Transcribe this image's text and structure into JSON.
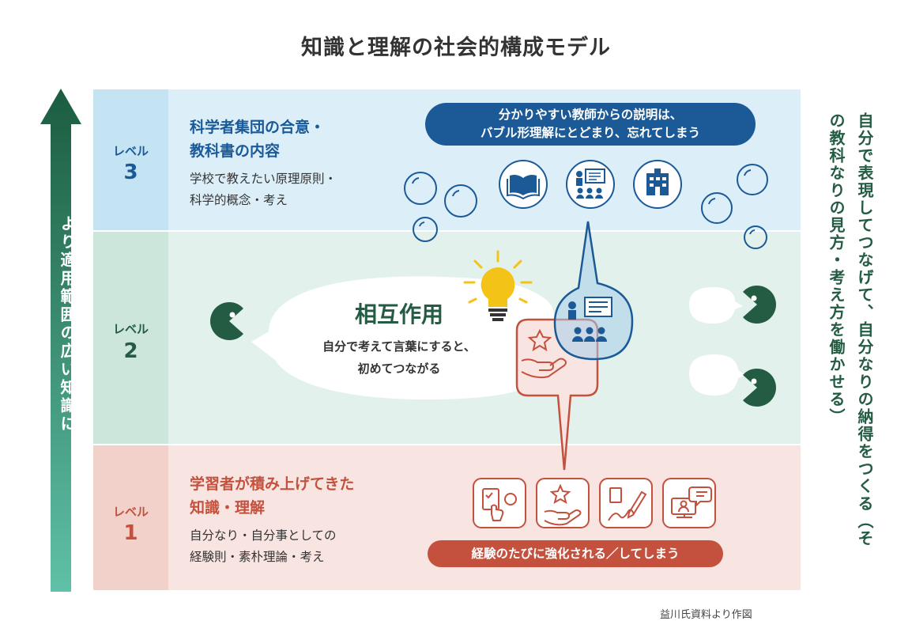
{
  "title": "知識と理解の社会的構成モデル",
  "left_arrow": {
    "text": "より適用範囲の広い知識に"
  },
  "right_side": {
    "text": "自分で表現してつなげて、自分なりの納得をつくる（その教科なりの見方・考え方を働かせる）"
  },
  "levels": [
    {
      "label": "レベル",
      "number": "3",
      "heading_lines": [
        "科学者集団の合意・",
        "教科書の内容"
      ],
      "desc_lines": [
        "学校で教えたい原理原則・",
        "科学的概念・考え"
      ],
      "bubble_lines": [
        "分かりやすい教師からの説明は、",
        "バブル形理解にとどまり、忘れてしまう"
      ],
      "icons": [
        "open-book-icon",
        "teacher-presentation-icon",
        "school-building-icon"
      ]
    },
    {
      "label": "レベル",
      "number": "2",
      "center_title": "相互作用",
      "center_desc_lines": [
        "自分で考えて言葉にすると、",
        "初めてつながる"
      ]
    },
    {
      "label": "レベル",
      "number": "1",
      "heading_lines": [
        "学習者が積み上げてきた",
        "知識・理解"
      ],
      "desc_lines": [
        "自分なり・自分事としての",
        "経験則・素朴理論・考え"
      ],
      "pill_text": "経験のたびに強化される／してしまう",
      "icons": [
        "checklist-touch-icon",
        "hand-star-icon",
        "writing-pen-icon",
        "video-chat-icon"
      ]
    }
  ],
  "footnote": "益川氏資料より作図",
  "colors": {
    "blue_band": "#dceff9",
    "green_band": "#e2f1ec",
    "red_band": "#f8e5e1",
    "blue_accent": "#1c5a97",
    "green_accent": "#245c43",
    "red_accent": "#c4513e",
    "bulb_yellow": "#f3c318"
  }
}
